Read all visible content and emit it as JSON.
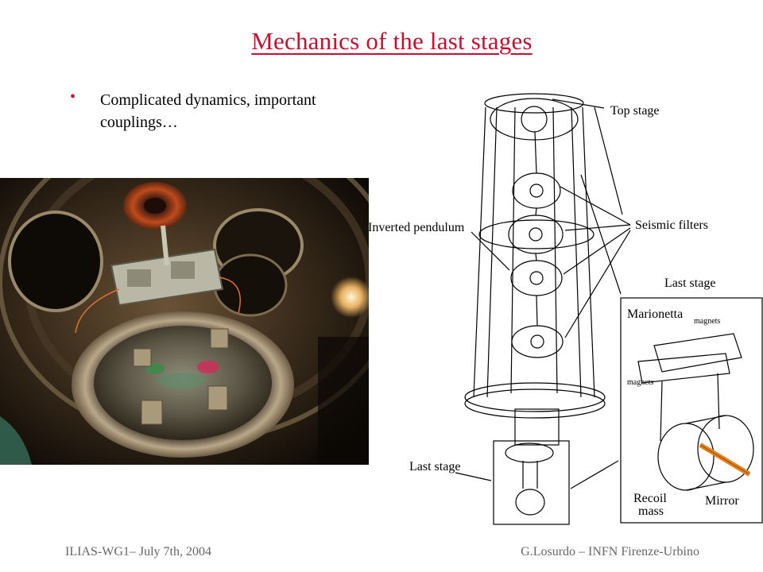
{
  "slide": {
    "title": "Mechanics of the last stages",
    "bullets": [
      "Complicated dynamics, important couplings…"
    ]
  },
  "photo": {
    "subject": "photo of suspension last stage with marionette and mirror"
  },
  "diagram": {
    "labels": {
      "top_stage": "Top stage",
      "seismic_filters": "Seismic filters",
      "inverted_pendulum": "Inverted pendulum",
      "last_stage_inset": "Last stage",
      "last_stage_bottom": "Last stage",
      "marionetta": "Marionetta",
      "magnets_top": "magnets",
      "magnets_side": "magnets",
      "recoil": "Recoil",
      "mass": "mass",
      "mirror": "Mirror"
    }
  },
  "footer": {
    "left": "ILIAS-WG1– July 7th, 2004",
    "right": "G.Losurdo – INFN Firenze-Urbino"
  },
  "colors": {
    "title": "#c8102e",
    "bullet": "#c8102e",
    "footer": "#666666",
    "laser": "#e8801a"
  }
}
